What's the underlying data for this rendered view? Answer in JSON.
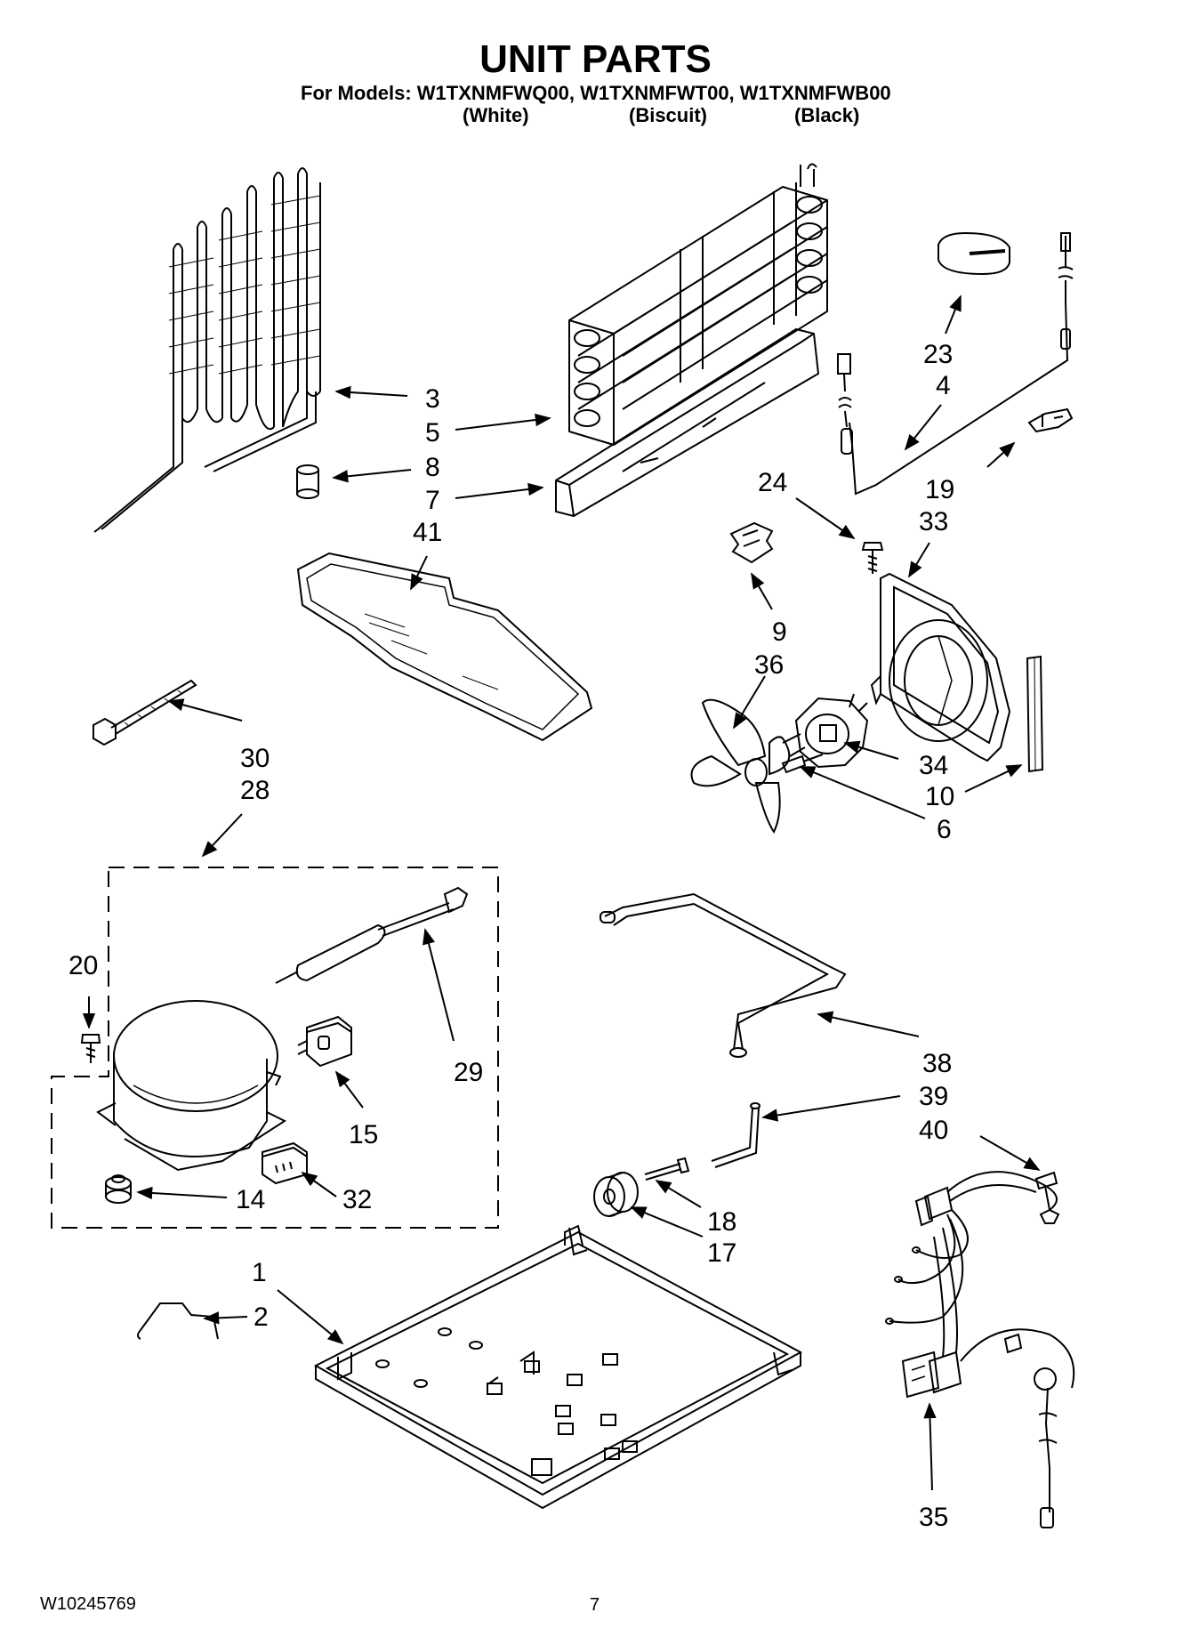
{
  "header": {
    "title": "UNIT PARTS",
    "models_line": "For Models: W1TXNMFWQ00, W1TXNMFWT00, W1TXNMFWB00",
    "colors": [
      "(White)",
      "(Biscuit)",
      "(Black)"
    ]
  },
  "callouts": [
    "3",
    "5",
    "8",
    "7",
    "41",
    "23",
    "4",
    "24",
    "19",
    "33",
    "9",
    "36",
    "30",
    "28",
    "34",
    "10",
    "6",
    "20",
    "29",
    "15",
    "14",
    "32",
    "38",
    "39",
    "40",
    "18",
    "17",
    "1",
    "2",
    "35"
  ],
  "footer": {
    "doc_number": "W10245769",
    "page_number": "7"
  }
}
